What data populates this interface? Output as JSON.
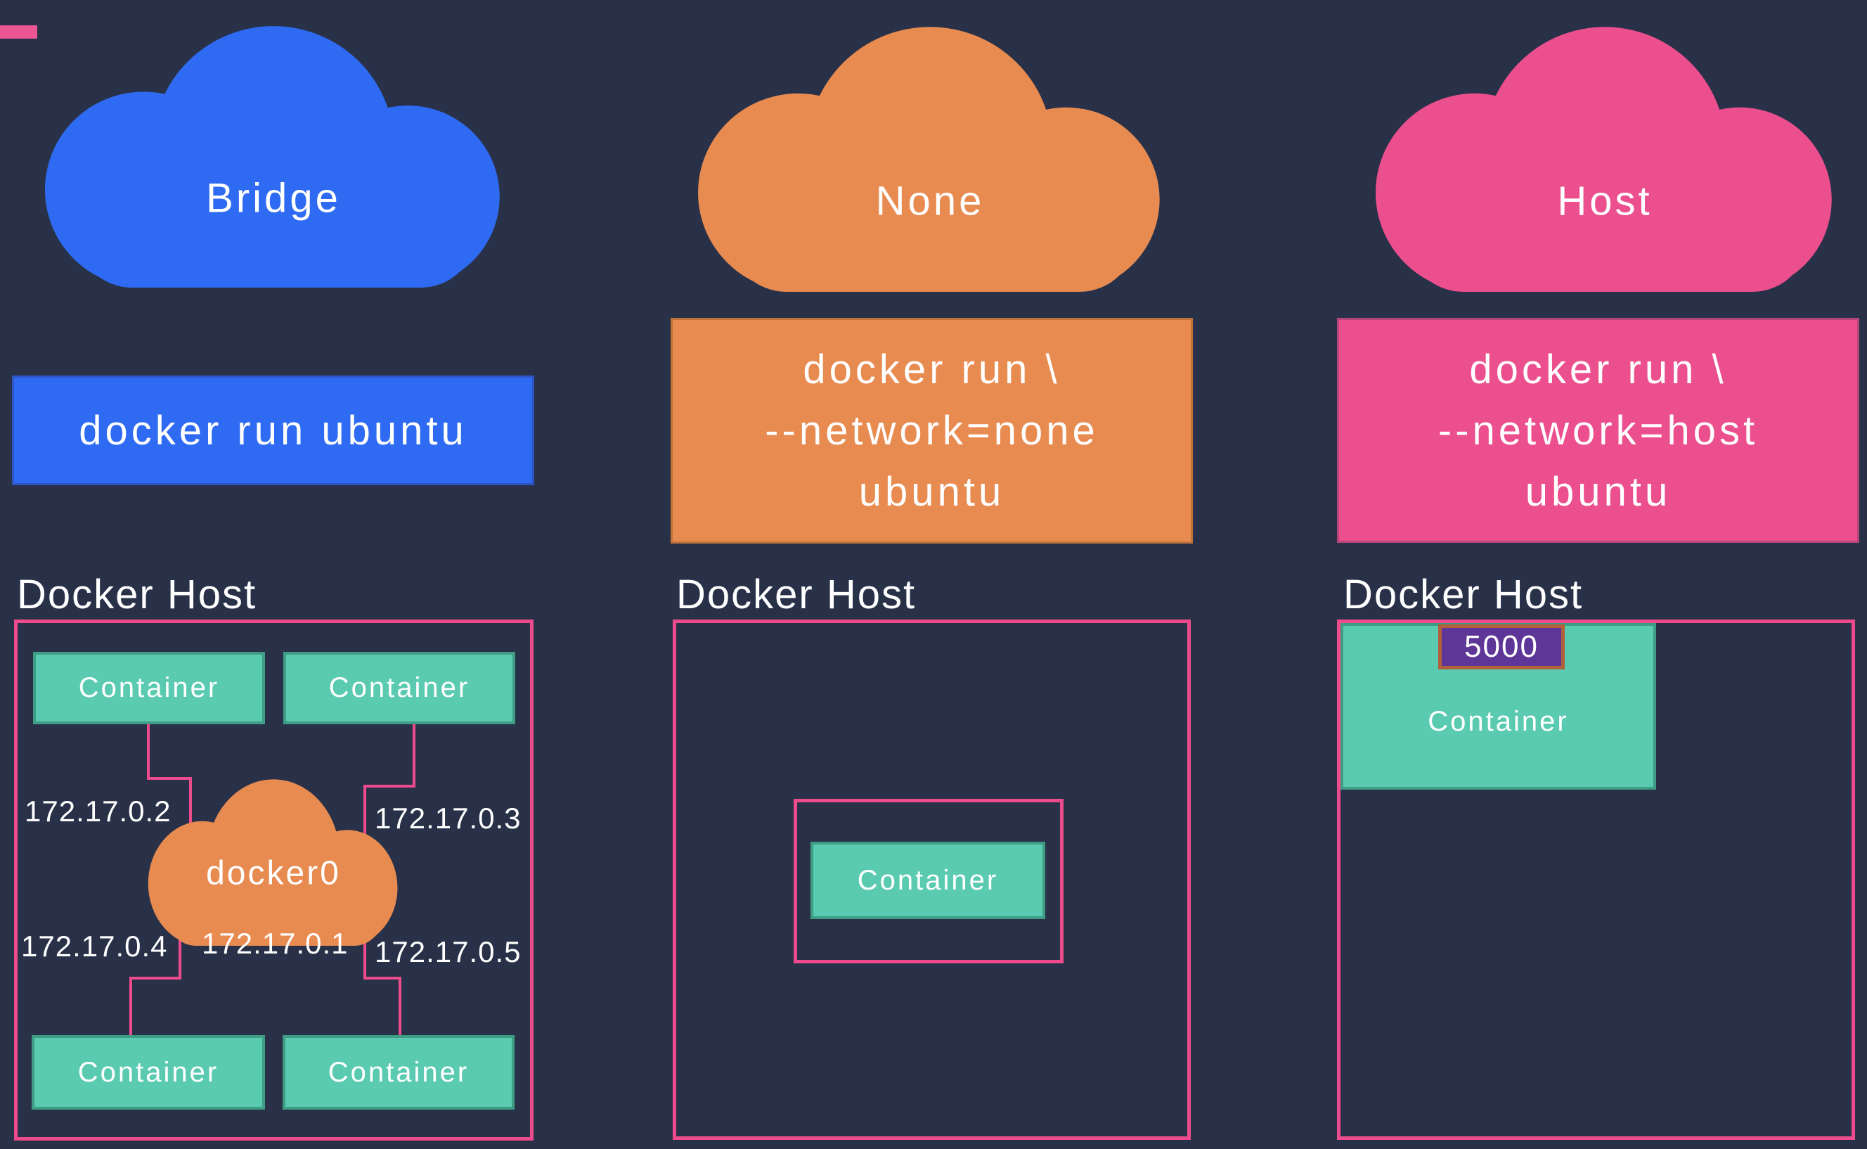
{
  "colors": {
    "bg": "#283148",
    "accent": "#eb5591",
    "pink": "#ee4b8d",
    "pinkfill": "#eb4f8e",
    "pinkbox-dark": "#b84579",
    "blue": "#2f6bf2",
    "blue-dark": "#2d55c4",
    "orange": "#e88b51",
    "orange-dark": "#bf7338",
    "teal": "#5acbb0",
    "teal-dark": "#3f9c85",
    "purple": "#5e3697",
    "badge-border": "#b2603a"
  },
  "bridge": {
    "cloud_label": "Bridge",
    "command_lines": [
      "docker run ubuntu"
    ],
    "host_label": "Docker Host",
    "containers": [
      "Container",
      "Container",
      "Container",
      "Container"
    ],
    "bridge_name": "docker0",
    "ips": {
      "top_left": "172.17.0.2",
      "top_right": "172.17.0.3",
      "bottom_left": "172.17.0.4",
      "gateway": "172.17.0.1",
      "bottom_right": "172.17.0.5"
    }
  },
  "none": {
    "cloud_label": "None",
    "command_lines": [
      "docker run \\",
      "--network=none",
      "ubuntu"
    ],
    "host_label": "Docker Host",
    "container_label": "Container"
  },
  "host": {
    "cloud_label": "Host",
    "command_lines": [
      "docker run \\",
      "--network=host",
      "ubuntu"
    ],
    "host_label": "Docker Host",
    "container_label": "Container",
    "port_badge": "5000"
  }
}
